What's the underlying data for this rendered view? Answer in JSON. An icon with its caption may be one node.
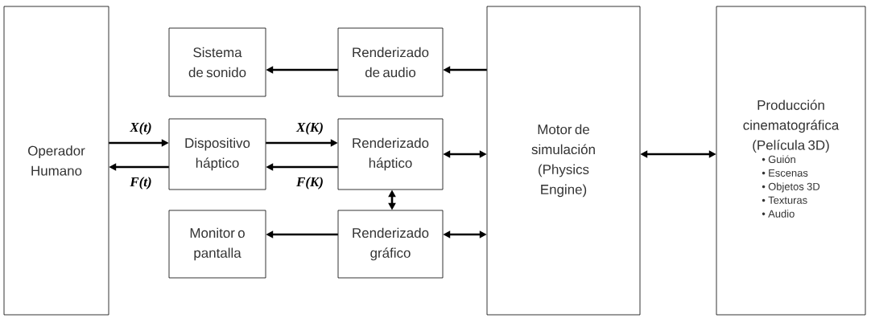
{
  "diagram": {
    "nodes": [
      {
        "text": [
          "Operador Humano"
        ]
      },
      {
        "text": [
          "Sistema de sonido"
        ]
      },
      {
        "text": [
          "Renderizado de audio"
        ]
      },
      {
        "text": [
          "Dispositivo háptico"
        ]
      },
      {
        "text": [
          "Renderizado háptico"
        ]
      },
      {
        "text": [
          "Monitor o pantalla"
        ]
      },
      {
        "text": [
          "Renderizado gráfico"
        ]
      },
      {
        "text": [
          "Motor de simulación (Physics Engine)"
        ]
      },
      {
        "text": [
          "Producción cinematográfica (Película 3D)",
          "• Guión",
          "• Escenas",
          "• Objetos 3D",
          "• Texturas",
          "• Audio"
        ]
      }
    ],
    "edges": [
      {
        "from": 7,
        "to": 2,
        "arrow": "to"
      },
      {
        "from": 2,
        "to": 1,
        "arrow": "to"
      },
      {
        "from": 0,
        "to": 3,
        "arrow": "to",
        "label": "X(t)"
      },
      {
        "from": 3,
        "to": 0,
        "arrow": "to",
        "label": "F(t)"
      },
      {
        "from": 3,
        "to": 4,
        "arrow": "to",
        "label": "X(K)"
      },
      {
        "from": 4,
        "to": 3,
        "arrow": "to",
        "label": "F(K)"
      },
      {
        "from": 4,
        "to": 6,
        "arrow": "both"
      },
      {
        "from": 4,
        "to": 7,
        "arrow": "both"
      },
      {
        "from": 6,
        "to": 7,
        "arrow": "both"
      },
      {
        "from": 7,
        "to": 8,
        "arrow": "both"
      },
      {
        "from": 6,
        "to": 5,
        "arrow": "to"
      }
    ]
  }
}
